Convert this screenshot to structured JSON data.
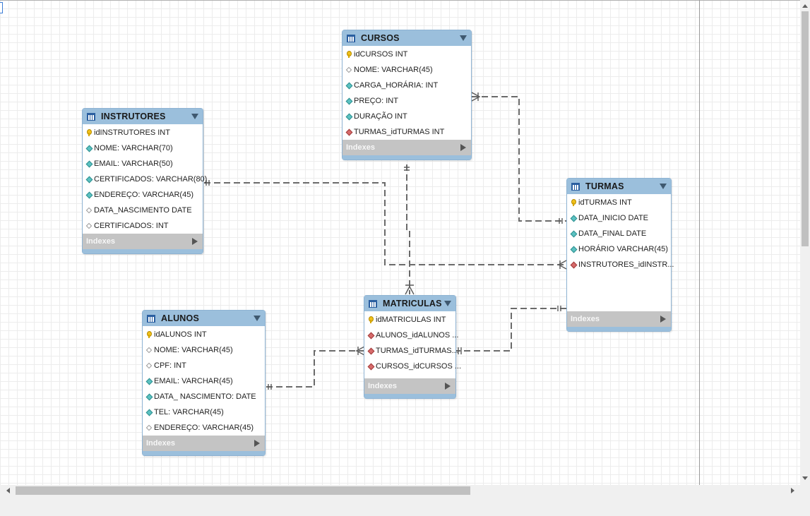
{
  "diagram": {
    "tables": [
      {
        "id": "cursos",
        "name": "CURSOS",
        "indexes_label": "Indexes",
        "columns": [
          {
            "text": "idCURSOS INT",
            "kind": "pk"
          },
          {
            "text": "NOME: VARCHAR(45)",
            "kind": "nul"
          },
          {
            "text": "CARGA_HORÁRIA: INT",
            "kind": "nn"
          },
          {
            "text": "PREÇO: INT",
            "kind": "nn"
          },
          {
            "text": "DURAÇÃO INT",
            "kind": "nn"
          },
          {
            "text": "TURMAS_idTURMAS INT",
            "kind": "fk"
          }
        ]
      },
      {
        "id": "instrutores",
        "name": "INSTRUTORES",
        "indexes_label": "Indexes",
        "columns": [
          {
            "text": "idINSTRUTORES INT",
            "kind": "pk"
          },
          {
            "text": "NOME: VARCHAR(70)",
            "kind": "nn"
          },
          {
            "text": "EMAIL: VARCHAR(50)",
            "kind": "nn"
          },
          {
            "text": "CERTIFICADOS: VARCHAR(80)",
            "kind": "nn"
          },
          {
            "text": "ENDEREÇO: VARCHAR(45)",
            "kind": "nn"
          },
          {
            "text": "DATA_NASCIMENTO DATE",
            "kind": "nul"
          },
          {
            "text": "CERTIFICADOS: INT",
            "kind": "nul"
          }
        ]
      },
      {
        "id": "turmas",
        "name": "TURMAS",
        "indexes_label": "Indexes",
        "columns": [
          {
            "text": "idTURMAS INT",
            "kind": "pk"
          },
          {
            "text": "DATA_INICIO DATE",
            "kind": "nn"
          },
          {
            "text": "DATA_FINAL DATE",
            "kind": "nn"
          },
          {
            "text": "HORÁRIO VARCHAR(45)",
            "kind": "nn"
          },
          {
            "text": "INSTRUTORES_idINSTR...",
            "kind": "fk"
          }
        ]
      },
      {
        "id": "matriculas",
        "name": "MATRICULAS",
        "indexes_label": "Indexes",
        "columns": [
          {
            "text": "idMATRICULAS INT",
            "kind": "pk"
          },
          {
            "text": "ALUNOS_idALUNOS ...",
            "kind": "fk"
          },
          {
            "text": "TURMAS_idTURMAS...",
            "kind": "fk"
          },
          {
            "text": "CURSOS_idCURSOS ...",
            "kind": "fk"
          }
        ]
      },
      {
        "id": "alunos",
        "name": "ALUNOS",
        "indexes_label": "Indexes",
        "columns": [
          {
            "text": "idALUNOS INT",
            "kind": "pk"
          },
          {
            "text": "NOME: VARCHAR(45)",
            "kind": "nul"
          },
          {
            "text": "CPF: INT",
            "kind": "nul"
          },
          {
            "text": "EMAIL: VARCHAR(45)",
            "kind": "nn"
          },
          {
            "text": "DATA_ NASCIMENTO: DATE",
            "kind": "nn"
          },
          {
            "text": "TEL: VARCHAR(45)",
            "kind": "nn"
          },
          {
            "text": "ENDEREÇO: VARCHAR(45)",
            "kind": "nul"
          }
        ]
      }
    ],
    "colors": {
      "header": "#9bbfdc",
      "indexes_bar": "#c4c4c4",
      "relationship_line": "#6a6a6a",
      "not_null_icon": "#5bc2c2",
      "foreign_key_icon": "#d76b6b",
      "primary_key_icon": "#f2c21b"
    },
    "icons": {
      "table": "table-grid-icon",
      "menu": "triangle-down-icon",
      "indexes_expand": "triangle-right-icon",
      "pk": "key-icon",
      "nn": "filled-diamond-icon",
      "nul": "hollow-diamond-icon",
      "fk": "red-diamond-icon"
    }
  }
}
